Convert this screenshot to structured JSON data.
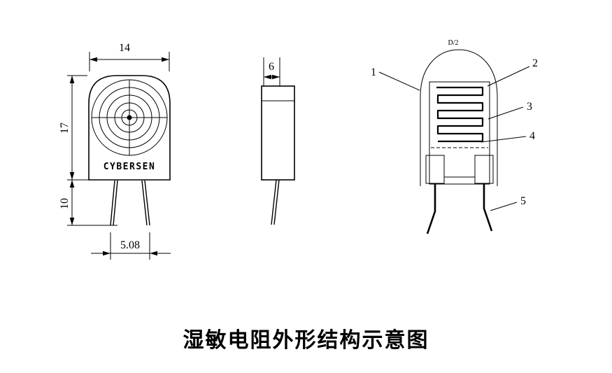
{
  "title": "湿敏电阻外形结构示意图",
  "front_view": {
    "brand": "CYBERSEN",
    "dim_width": "14",
    "dim_height": "17",
    "dim_lead_length": "10",
    "dim_lead_pitch": "5.08"
  },
  "side_view": {
    "dim_thickness": "6"
  },
  "structure_view": {
    "top_mark": "D/2",
    "callouts": [
      "1",
      "2",
      "3",
      "4",
      "5"
    ]
  }
}
